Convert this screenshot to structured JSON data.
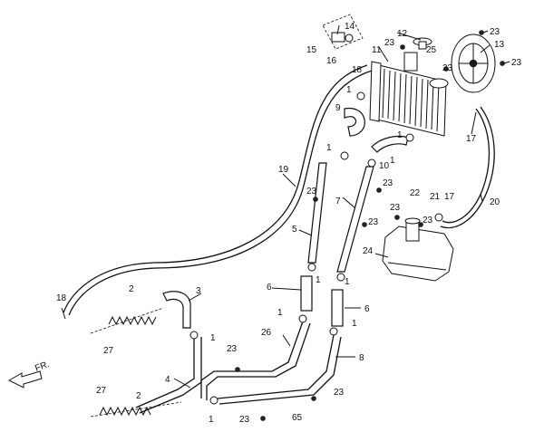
{
  "labels": {
    "l1a": "1",
    "l1b": "1",
    "l1c": "1",
    "l1d": "1",
    "l1e": "1",
    "l1f": "1",
    "l1g": "1",
    "l1h": "1",
    "l1i": "1",
    "l2a": "2",
    "l2b": "2",
    "l3": "3",
    "l4": "4",
    "l5": "5",
    "l6a": "6",
    "l6b": "6",
    "l7": "7",
    "l8": "8",
    "l9": "9",
    "l10": "10",
    "l11": "11",
    "l12": "12",
    "l13": "13",
    "l14": "14",
    "l15": "15",
    "l16": "16",
    "l17a": "17",
    "l17b": "17",
    "l18a": "18",
    "l18b": "18",
    "l19": "19",
    "l20": "20",
    "l21": "21",
    "l22": "22",
    "l23a": "23",
    "l23b": "23",
    "l23c": "23",
    "l23d": "23",
    "l23e": "23",
    "l23f": "23",
    "l23g": "23",
    "l23h": "23",
    "l23i": "23",
    "l23j": "23",
    "l23k": "23",
    "l23l": "23",
    "l24": "24",
    "l25": "25",
    "l26": "26",
    "l27a": "27",
    "l27b": "27",
    "l65": "65",
    "fr": "FR."
  }
}
